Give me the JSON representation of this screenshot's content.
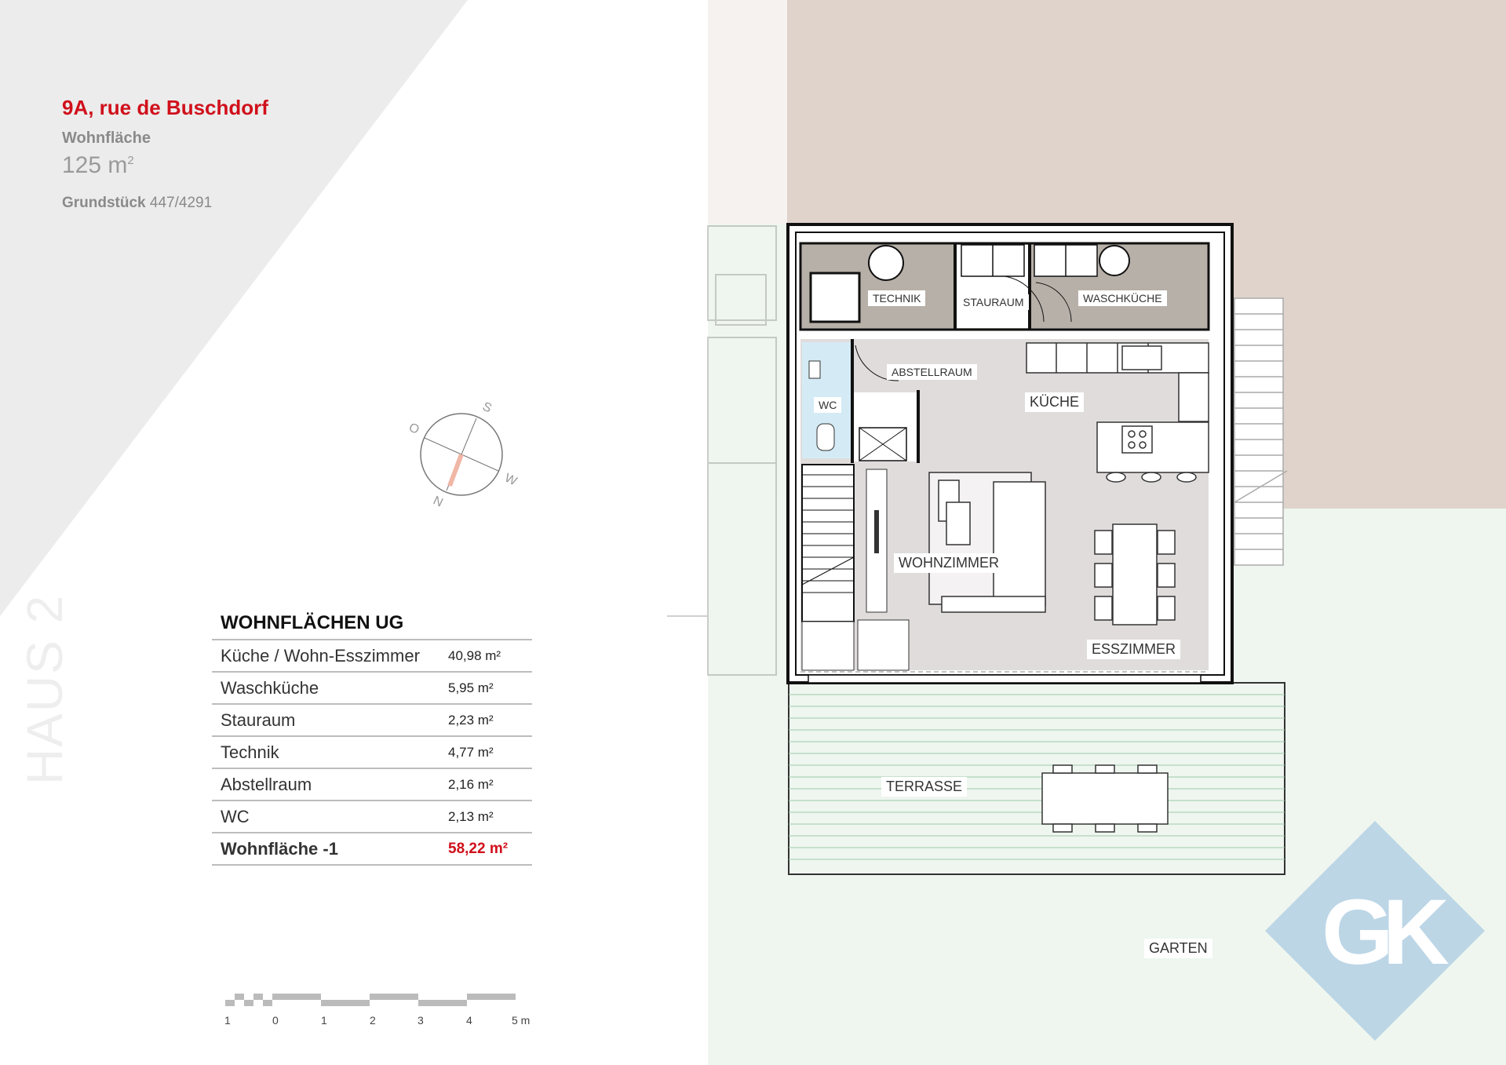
{
  "header": {
    "address": "9A, rue de Buschdorf",
    "living_area_label": "Wohnfläche",
    "living_area_value": "125 m",
    "living_area_unit_sup": "2",
    "plot_label": "Grundstück",
    "plot_value": "447/4291"
  },
  "side_label": "HAUS 2",
  "table": {
    "title": "WOHNFLÄCHEN UG",
    "rows": [
      {
        "name": "Küche / Wohn-Esszimmer",
        "value": "40,98 m²"
      },
      {
        "name": "Waschküche",
        "value": "5,95 m²"
      },
      {
        "name": "Stauraum",
        "value": "2,23 m²"
      },
      {
        "name": "Technik",
        "value": "4,77 m²"
      },
      {
        "name": "Abstellraum",
        "value": "2,16 m²"
      },
      {
        "name": "WC",
        "value": "2,13 m²"
      }
    ],
    "total": {
      "name": "Wohnfläche -1",
      "value": "58,22 m²"
    }
  },
  "compass": {
    "n": "N",
    "s": "S",
    "o": "O",
    "w": "W"
  },
  "scale": {
    "labels": [
      "1",
      "0",
      "1",
      "2",
      "3",
      "4",
      "5 m"
    ]
  },
  "rooms": {
    "technik": "TECHNIK",
    "stauraum": "STAURAUM",
    "waschkueche": "WASCHKÜCHE",
    "abstellraum": "ABSTELLRAUM",
    "wc": "WC",
    "kueche": "KÜCHE",
    "wohnzimmer": "WOHNZIMMER",
    "esszimmer": "ESSZIMMER",
    "terrasse": "TERRASSE",
    "garten": "GARTEN"
  },
  "logo": {
    "text": "GK"
  },
  "colors": {
    "accent_red": "#d0101b",
    "utility_room": "#b7b0a8",
    "living_floor": "#e0dcdc",
    "wc_blue": "#d4ebf5",
    "garden_green": "#e9f3ea",
    "neighbor_beige": "#dfd3cb",
    "logo_blue": "#bcd6e6"
  }
}
